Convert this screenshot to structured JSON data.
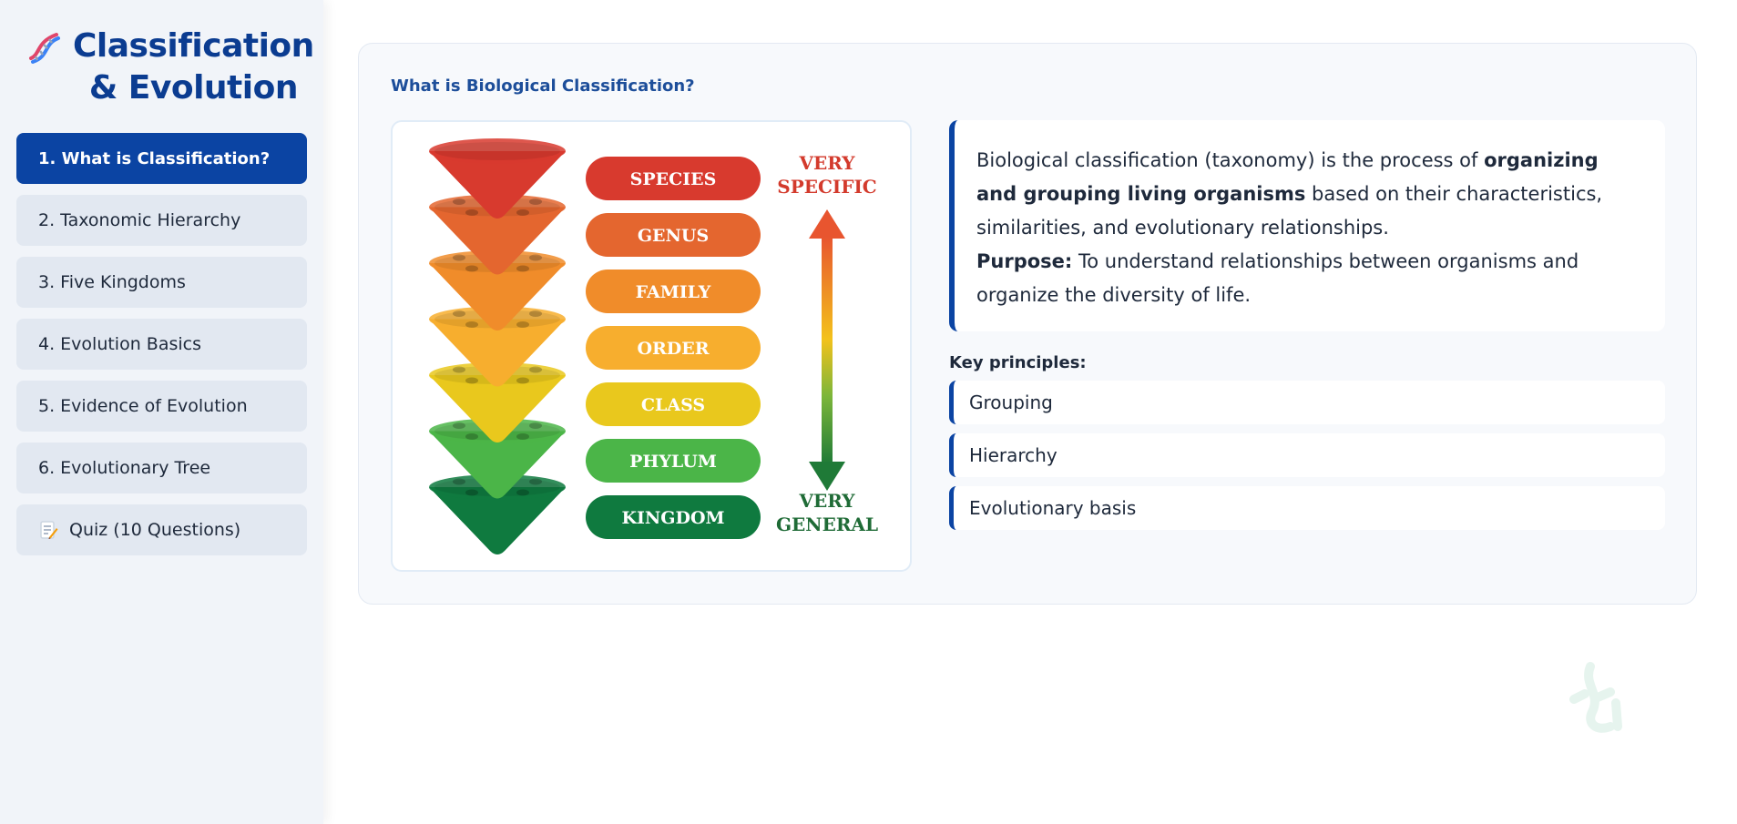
{
  "sidebar": {
    "title_line1": "Classification",
    "title_line2": "& Evolution",
    "brand_icon": "dna-icon",
    "items": [
      {
        "label": "1. What is Classification?",
        "active": true
      },
      {
        "label": "2. Taxonomic Hierarchy",
        "active": false
      },
      {
        "label": "3. Five Kingdoms",
        "active": false
      },
      {
        "label": "4. Evolution Basics",
        "active": false
      },
      {
        "label": "5. Evidence of Evolution",
        "active": false
      },
      {
        "label": "6. Evolutionary Tree",
        "active": false
      },
      {
        "label": "Quiz (10 Questions)",
        "active": false,
        "icon": "memo-icon"
      }
    ]
  },
  "main": {
    "section_title": "What is Biological Classification?",
    "figure": {
      "levels": [
        "SPECIES",
        "GENUS",
        "FAMILY",
        "ORDER",
        "CLASS",
        "PHYLUM",
        "KINGDOM"
      ],
      "level_colors": [
        "#d83a2e",
        "#e4662f",
        "#f08c2a",
        "#f7ae2e",
        "#e9c81d",
        "#4bb548",
        "#0f7a3f"
      ],
      "top_label_line1": "VERY",
      "top_label_line2": "SPECIFIC",
      "bottom_label_line1": "VERY",
      "bottom_label_line2": "GENERAL"
    },
    "intro": {
      "text_before": "Biological classification (taxonomy) is the process of ",
      "bold_text": "organizing and grouping living organisms",
      "text_after": " based on their characteristics, similarities, and evolutionary relationships.",
      "purpose_label": "Purpose:",
      "purpose_text": " To understand relationships between organisms and organize the diversity of life."
    },
    "principles_label": "Key principles:",
    "principles": [
      "Grouping",
      "Hierarchy",
      "Evolutionary basis"
    ]
  },
  "colors": {
    "brand": "#0b3c91",
    "active_nav": "#0b44a3",
    "accent_border": "#0b44a3"
  }
}
